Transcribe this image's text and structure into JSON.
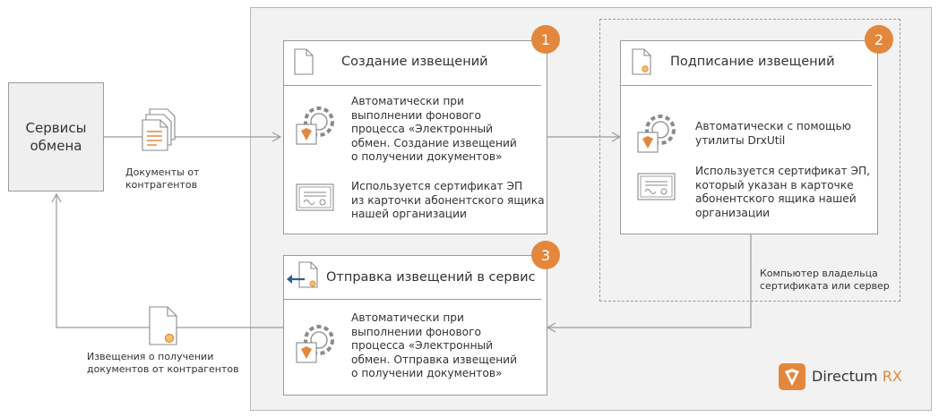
{
  "services": {
    "label_line1": "Сервисы",
    "label_line2": "обмена"
  },
  "incoming_docs_caption": {
    "line1": "Документы от",
    "line2": "контрагентов"
  },
  "outgoing_notices_caption": {
    "line1": "Извещения о получении",
    "line2": "документов от контрагентов"
  },
  "step1": {
    "number": "1",
    "title": "Создание извещений",
    "desc": [
      "Автоматически при",
      "выполнении фонового",
      "процесса «Электронный",
      "обмен. Создание извещений",
      "о получении документов»"
    ],
    "cert": [
      "Используется сертификат ЭП",
      "из карточки абонентского ящика",
      "нашей организации"
    ]
  },
  "step2": {
    "number": "2",
    "title": "Подписание извещений",
    "desc": [
      "Автоматически с помощью",
      "утилиты DrxUtil"
    ],
    "cert": [
      "Используется сертификат ЭП,",
      "который указан в карточке",
      "абонентского ящика нашей",
      "организации"
    ]
  },
  "step3": {
    "number": "3",
    "title": "Отправка извещений в сервис",
    "desc": [
      "Автоматически при",
      "выполнении фонового",
      "процесса «Электронный",
      "обмен. Отправка извещений",
      "о получении документов»"
    ]
  },
  "owner_caption": {
    "line1": "Компьютер владельца",
    "line2": "сертификата или сервер"
  },
  "logo": {
    "word1": "Directum",
    "word2": "RX"
  },
  "colors": {
    "accent": "#e3873d",
    "arrow_blue": "#2f5d8c",
    "line": "#9a9a9a"
  },
  "icons": [
    "document-stack-icon",
    "gear-cert-icon",
    "certificate-icon",
    "document-icon",
    "signed-document-icon",
    "send-document-icon",
    "directum-logo-icon"
  ]
}
